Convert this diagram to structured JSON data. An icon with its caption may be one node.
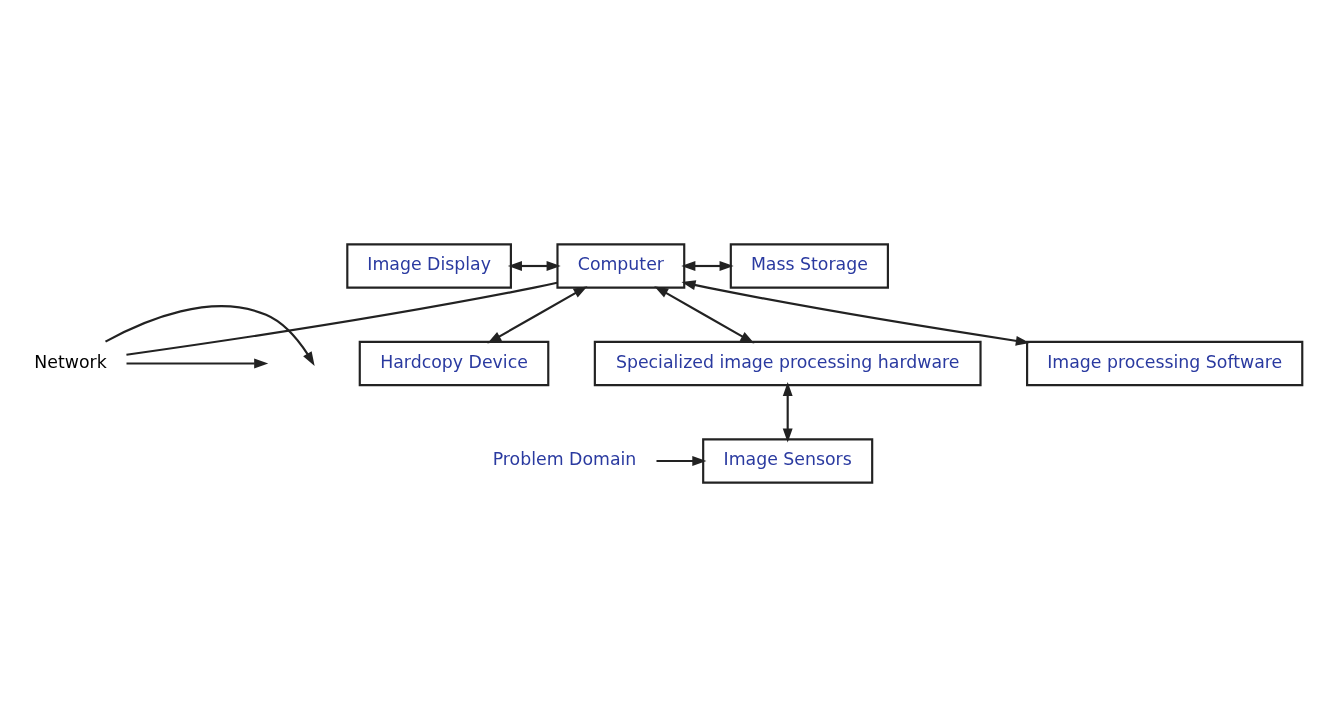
{
  "diagram": {
    "nodes": [
      {
        "text": [
          "Network"
        ]
      },
      {
        "text": [
          "Image Display"
        ]
      },
      {
        "text": [
          "Computer"
        ]
      },
      {
        "text": [
          "Mass Storage"
        ]
      },
      {
        "text": [
          "Hardcopy Device"
        ]
      },
      {
        "text": [
          "Specialized image processing hardware"
        ]
      },
      {
        "text": [
          "Image processing Software"
        ]
      },
      {
        "text": [
          "Image Sensors"
        ]
      },
      {
        "text": [
          "Problem Domain"
        ]
      }
    ],
    "edges": [
      {
        "from": 0,
        "to": null,
        "arrow": "to"
      },
      {
        "from": 0,
        "to": null,
        "arrow": "to"
      },
      {
        "from": 2,
        "to": 0,
        "arrow": "none"
      },
      {
        "from": 1,
        "to": 2,
        "arrow": "both"
      },
      {
        "from": 2,
        "to": 3,
        "arrow": "both"
      },
      {
        "from": 2,
        "to": 4,
        "arrow": "both"
      },
      {
        "from": 2,
        "to": 5,
        "arrow": "both"
      },
      {
        "from": 2,
        "to": 6,
        "arrow": "both"
      },
      {
        "from": 5,
        "to": 7,
        "arrow": "both"
      },
      {
        "from": 8,
        "to": 7,
        "arrow": "to"
      }
    ]
  }
}
